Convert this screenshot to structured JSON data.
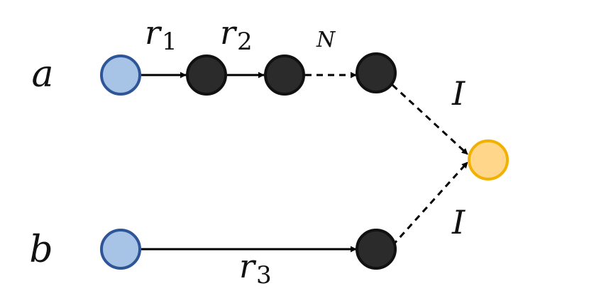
{
  "diagram": {
    "row_labels": {
      "a": "a",
      "b": "b"
    },
    "edge_labels": {
      "r1": {
        "main": "r",
        "sub": "1"
      },
      "r2": {
        "main": "r",
        "sub": "2"
      },
      "N": "N",
      "r3": {
        "main": "r",
        "sub": "3"
      },
      "I_top": "I",
      "I_bottom": "I"
    },
    "colors": {
      "source_fill": "#a7c4e6",
      "source_stroke": "#2e5597",
      "inner_fill": "#2b2b2b",
      "inner_stroke": "#111111",
      "target_fill": "#ffd68a",
      "target_stroke": "#f2b100",
      "edge": "#000000"
    }
  }
}
